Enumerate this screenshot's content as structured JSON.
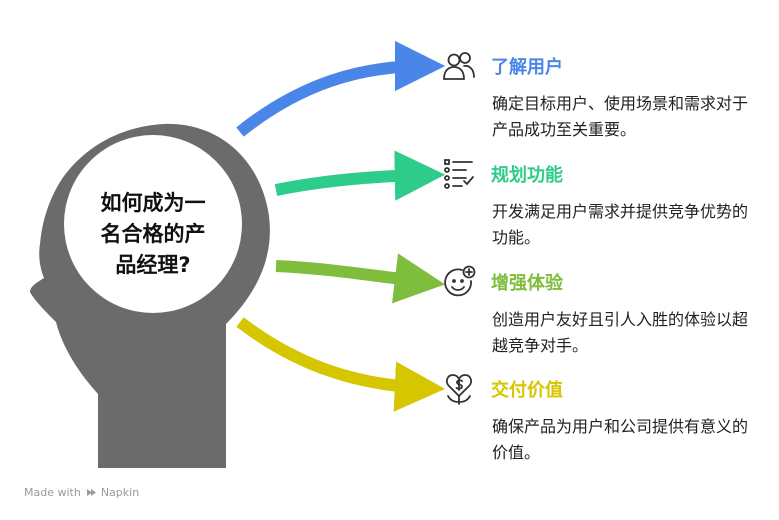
{
  "center": {
    "lines": [
      "如何成为一",
      "名合格的产",
      "品经理?"
    ]
  },
  "items": [
    {
      "title": "了解用户",
      "desc": "确定目标用户、使用场景和需求对于产品成功至关重要。",
      "color": "#4a86e8",
      "icon": "users-icon"
    },
    {
      "title": "规划功能",
      "desc": "开发满足用户需求并提供竞争优势的功能。",
      "color": "#2ecc8a",
      "icon": "list-icon"
    },
    {
      "title": "增强体验",
      "desc": "创造用户友好且引人入胜的体验以超越竞争对手。",
      "color": "#7fbd3d",
      "icon": "smiley-plus-icon"
    },
    {
      "title": "交付价值",
      "desc": "确保产品为用户和公司提供有意义的价值。",
      "color": "#d6c600",
      "icon": "heart-dollar-icon"
    }
  ],
  "head_color": "#6b6b6b",
  "footer": {
    "prefix": "Made with",
    "brand": "Napkin"
  }
}
